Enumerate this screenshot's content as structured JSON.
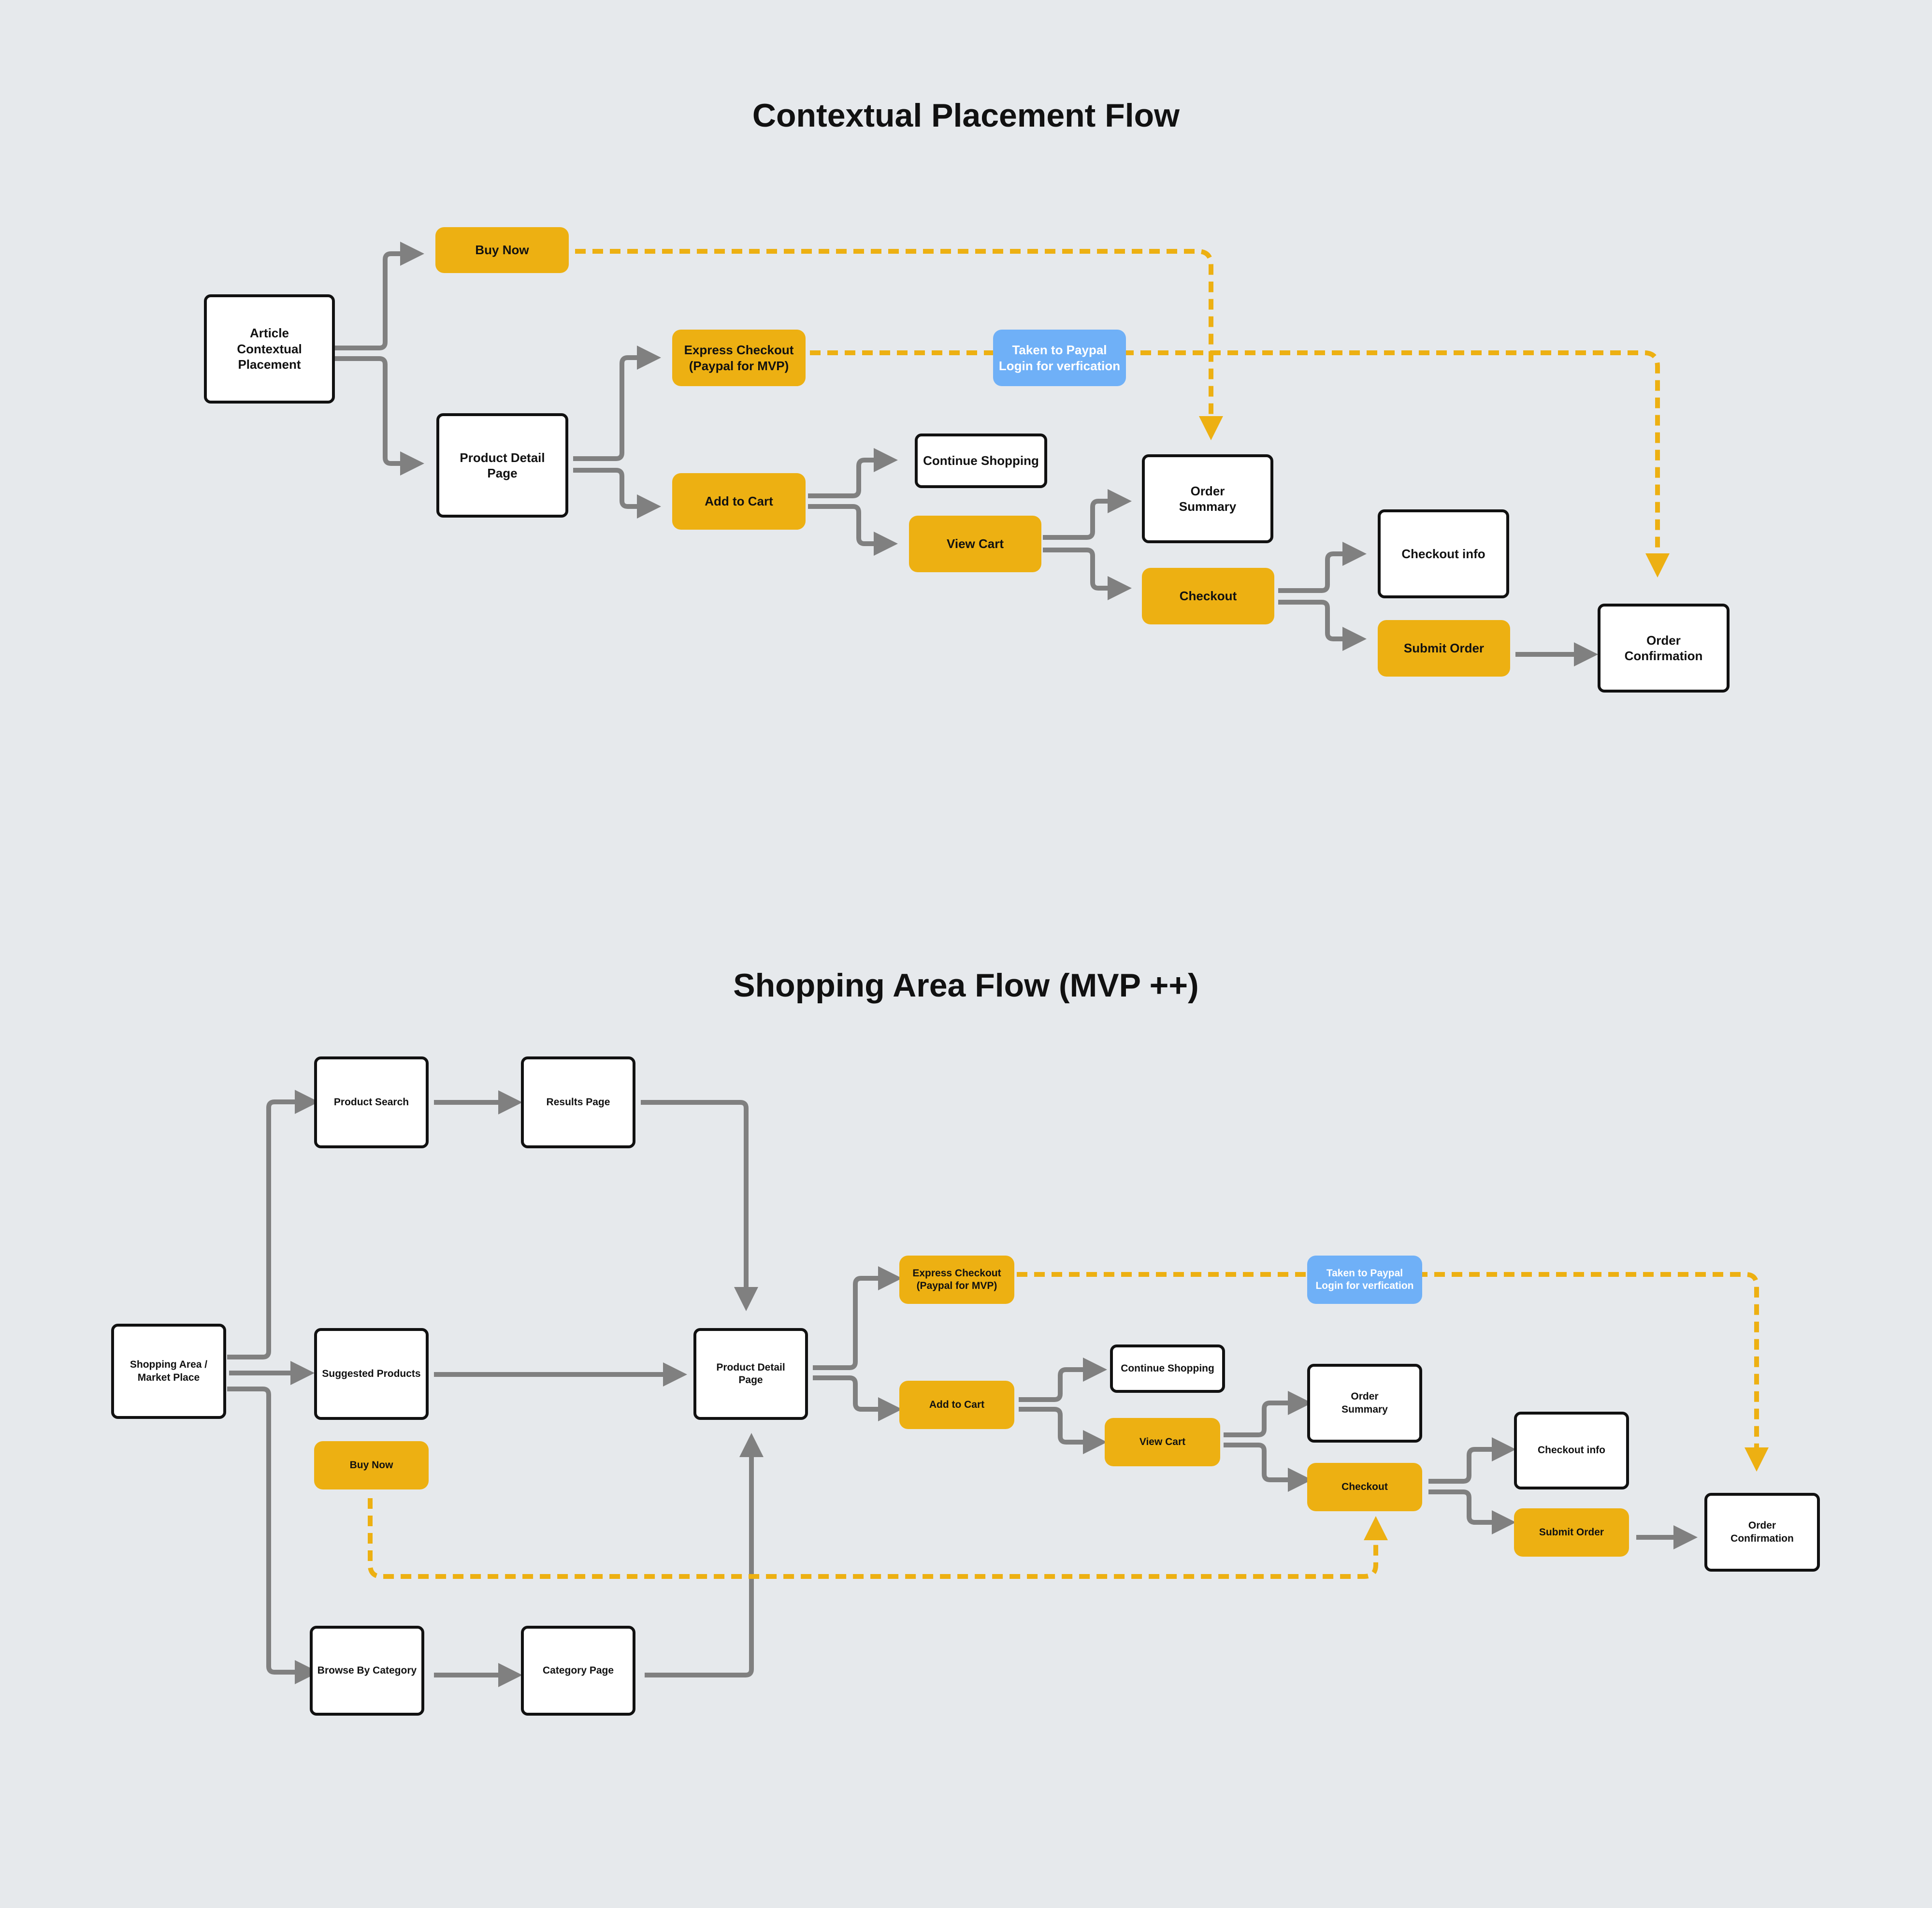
{
  "colors": {
    "background": "#e6e9ec",
    "accent_yellow": "#edb012",
    "paypal_blue": "#6fb0f7",
    "connector_gray": "#808080",
    "node_border": "#111111"
  },
  "flows": {
    "contextual": {
      "title": "Contextual Placement Flow",
      "nodes": {
        "article": "Article\nContextual\nPlacement",
        "buy_now": "Buy Now",
        "express_checkout": "Express Checkout\n(Paypal for MVP)",
        "paypal_login": "Taken to Paypal\nLogin for verfication",
        "product_detail": "Product Detail\nPage",
        "add_to_cart": "Add to Cart",
        "continue_shopping": "Continue Shopping",
        "view_cart": "View Cart",
        "order_summary": "Order\nSummary",
        "checkout": "Checkout",
        "checkout_info": "Checkout info",
        "submit_order": "Submit Order",
        "order_confirmation": "Order\nConfirmation"
      }
    },
    "shopping": {
      "title": "Shopping Area Flow (MVP ++)",
      "nodes": {
        "shopping_area": "Shopping Area /\nMarket Place",
        "product_search": "Product Search",
        "results_page": "Results Page",
        "suggested_products": "Suggested Products",
        "buy_now": "Buy Now",
        "browse_by_category": "Browse By Category",
        "category_page": "Category Page",
        "product_detail": "Product Detail\nPage",
        "express_checkout": "Express Checkout\n(Paypal for MVP)",
        "paypal_login": "Taken to Paypal\nLogin for verfication",
        "add_to_cart": "Add to Cart",
        "continue_shopping": "Continue Shopping",
        "view_cart": "View Cart",
        "order_summary": "Order\nSummary",
        "checkout": "Checkout",
        "checkout_info": "Checkout info",
        "submit_order": "Submit Order",
        "order_confirmation": "Order\nConfirmation"
      }
    }
  }
}
